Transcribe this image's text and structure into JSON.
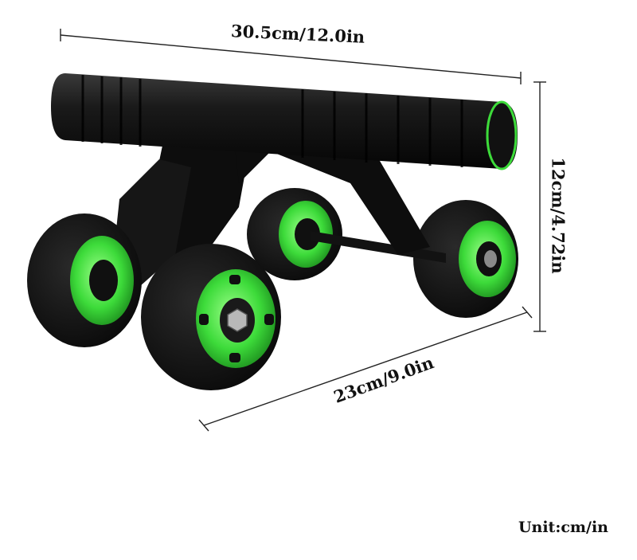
{
  "dimensions": {
    "width": "30.5cm/12.0in",
    "height": "12cm/4.72in",
    "depth": "23cm/9.0in"
  },
  "unit": "Unit:cm/in",
  "colors": {
    "accent": "#3ddb3a",
    "body": "#0e0e0e",
    "tire": "#141414"
  }
}
